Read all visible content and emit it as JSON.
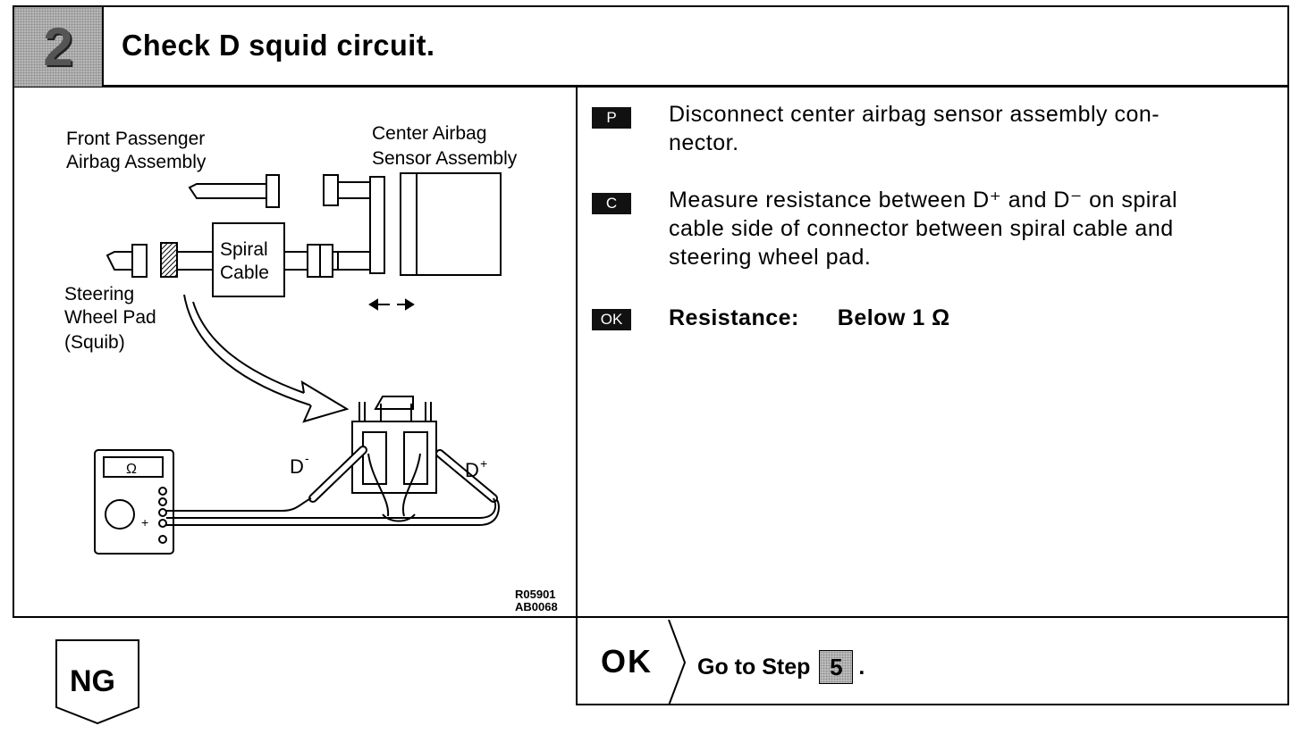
{
  "header": {
    "step_number": "2",
    "title": "Check D squid circuit."
  },
  "diagram": {
    "label_front_passenger_1": "Front Passenger",
    "label_front_passenger_2": "Airbag Assembly",
    "label_center_airbag_1": "Center Airbag",
    "label_center_airbag_2": "Sensor Assembly",
    "label_spiral_1": "Spiral",
    "label_spiral_2": "Cable",
    "label_steering_1": "Steering",
    "label_steering_2": "Wheel Pad",
    "label_steering_3": "(Squib)",
    "label_d_minus": "D",
    "label_d_plus": "D",
    "label_ohm": "Ω",
    "label_plus": "+",
    "code_1": "R05901",
    "code_2": "AB0068"
  },
  "instructions": [
    {
      "icon": "P",
      "line1": "Disconnect center airbag sensor assembly con-",
      "line2": "nector."
    },
    {
      "icon": "C",
      "line1": "Measure resistance between D⁺ and D⁻ on spiral",
      "line2": "cable side of connector between spiral cable and",
      "line3": "steering wheel pad."
    },
    {
      "icon": "OK",
      "label": "Resistance:",
      "value": "Below 1 Ω"
    }
  ],
  "result_ok": {
    "label": "OK",
    "text": "Go to Step",
    "step": "5",
    "period": "."
  },
  "result_ng": {
    "label": "NG"
  }
}
